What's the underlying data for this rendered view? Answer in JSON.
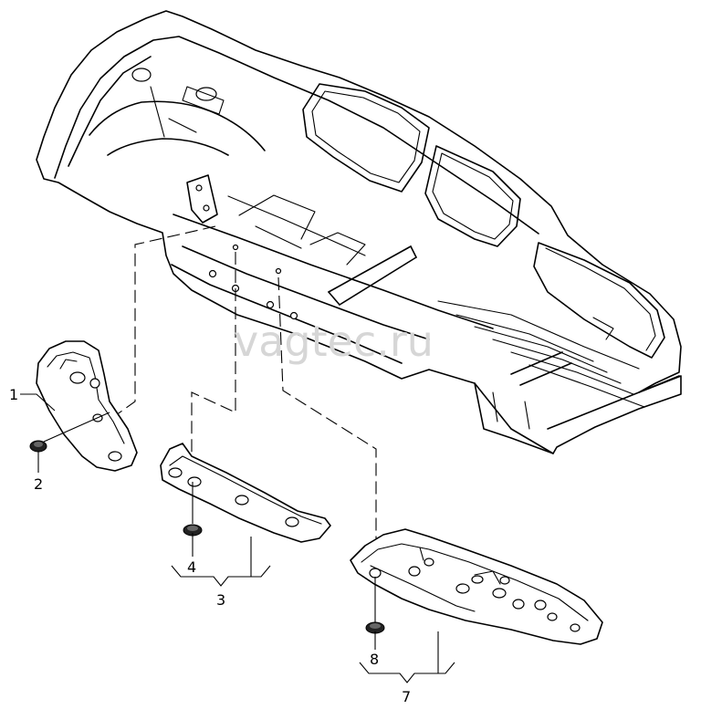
{
  "watermark": "vagtec.ru",
  "callouts": {
    "c1": "1",
    "c2": "2",
    "c3": "3",
    "c4": "4",
    "c7": "7",
    "c8": "8"
  }
}
